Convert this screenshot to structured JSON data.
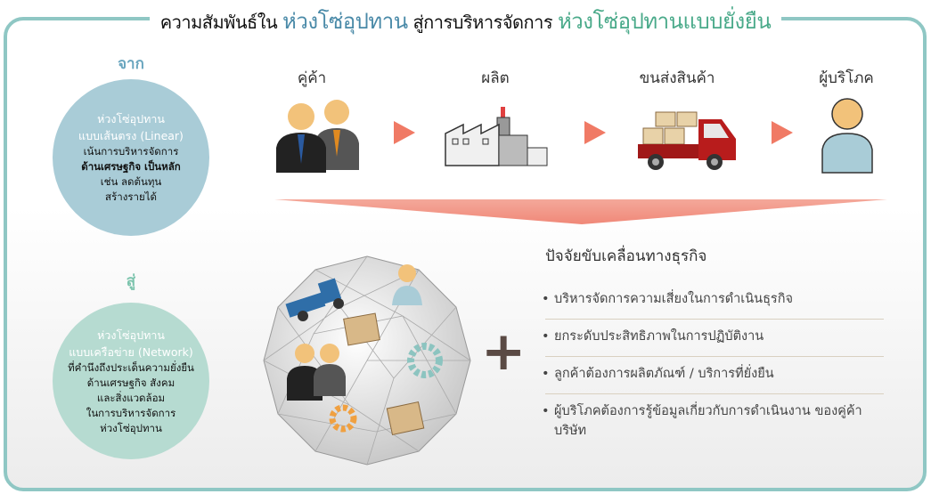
{
  "title": {
    "part1": "ความสัมพันธ์ใน ",
    "part2": "ห่วงโซ่อุปทาน",
    "part3": " สู่การบริหารจัดการ ",
    "part4": "ห่วงโซ่อุปทานแบบยั่งยืน"
  },
  "from": {
    "label": "จาก",
    "heading1": "ห่วงโซ่อุปทาน",
    "heading2": "แบบเส้นตรง (Linear)",
    "lines": [
      "เน้นการบริหารจัดการ",
      "ด้านเศรษฐกิจ เป็นหลัก",
      "เช่น ลดต้นทุน",
      "สร้างรายได้"
    ]
  },
  "to": {
    "label": "สู่",
    "heading1": "ห่วงโซ่อุปทาน",
    "heading2": "แบบเครือข่าย (Network)",
    "lines": [
      "ที่คำนึงถึงประเด็นความยั่งยืน",
      "ด้านเศรษฐกิจ สังคม",
      "และสิ่งแวดล้อม",
      "ในการบริหารจัดการ",
      "ห่วงโซ่อุปทาน"
    ]
  },
  "steps": [
    "คู่ค้า",
    "ผลิต",
    "ขนส่งสินค้า",
    "ผู้บริโภค"
  ],
  "factors": {
    "title": "ปัจจัยขับเคลื่อนทางธุรกิจ",
    "items": [
      "บริหารจัดการความเสี่ยงในการดำเนินธุรกิจ",
      "ยกระดับประสิทธิภาพในการปฏิบัติงาน",
      "ลูกค้าต้องการผลิตภัณฑ์ / บริการที่ยั่งยืน",
      "ผู้บริโภคต้องการรู้ข้อมูลเกี่ยวกับการดำเนินงาน ของคู่ค้าบริษัท"
    ]
  },
  "plus": "+",
  "colors": {
    "blue": "#4a8aa8",
    "green": "#4aaa8a",
    "arrow": "#f07a65"
  }
}
